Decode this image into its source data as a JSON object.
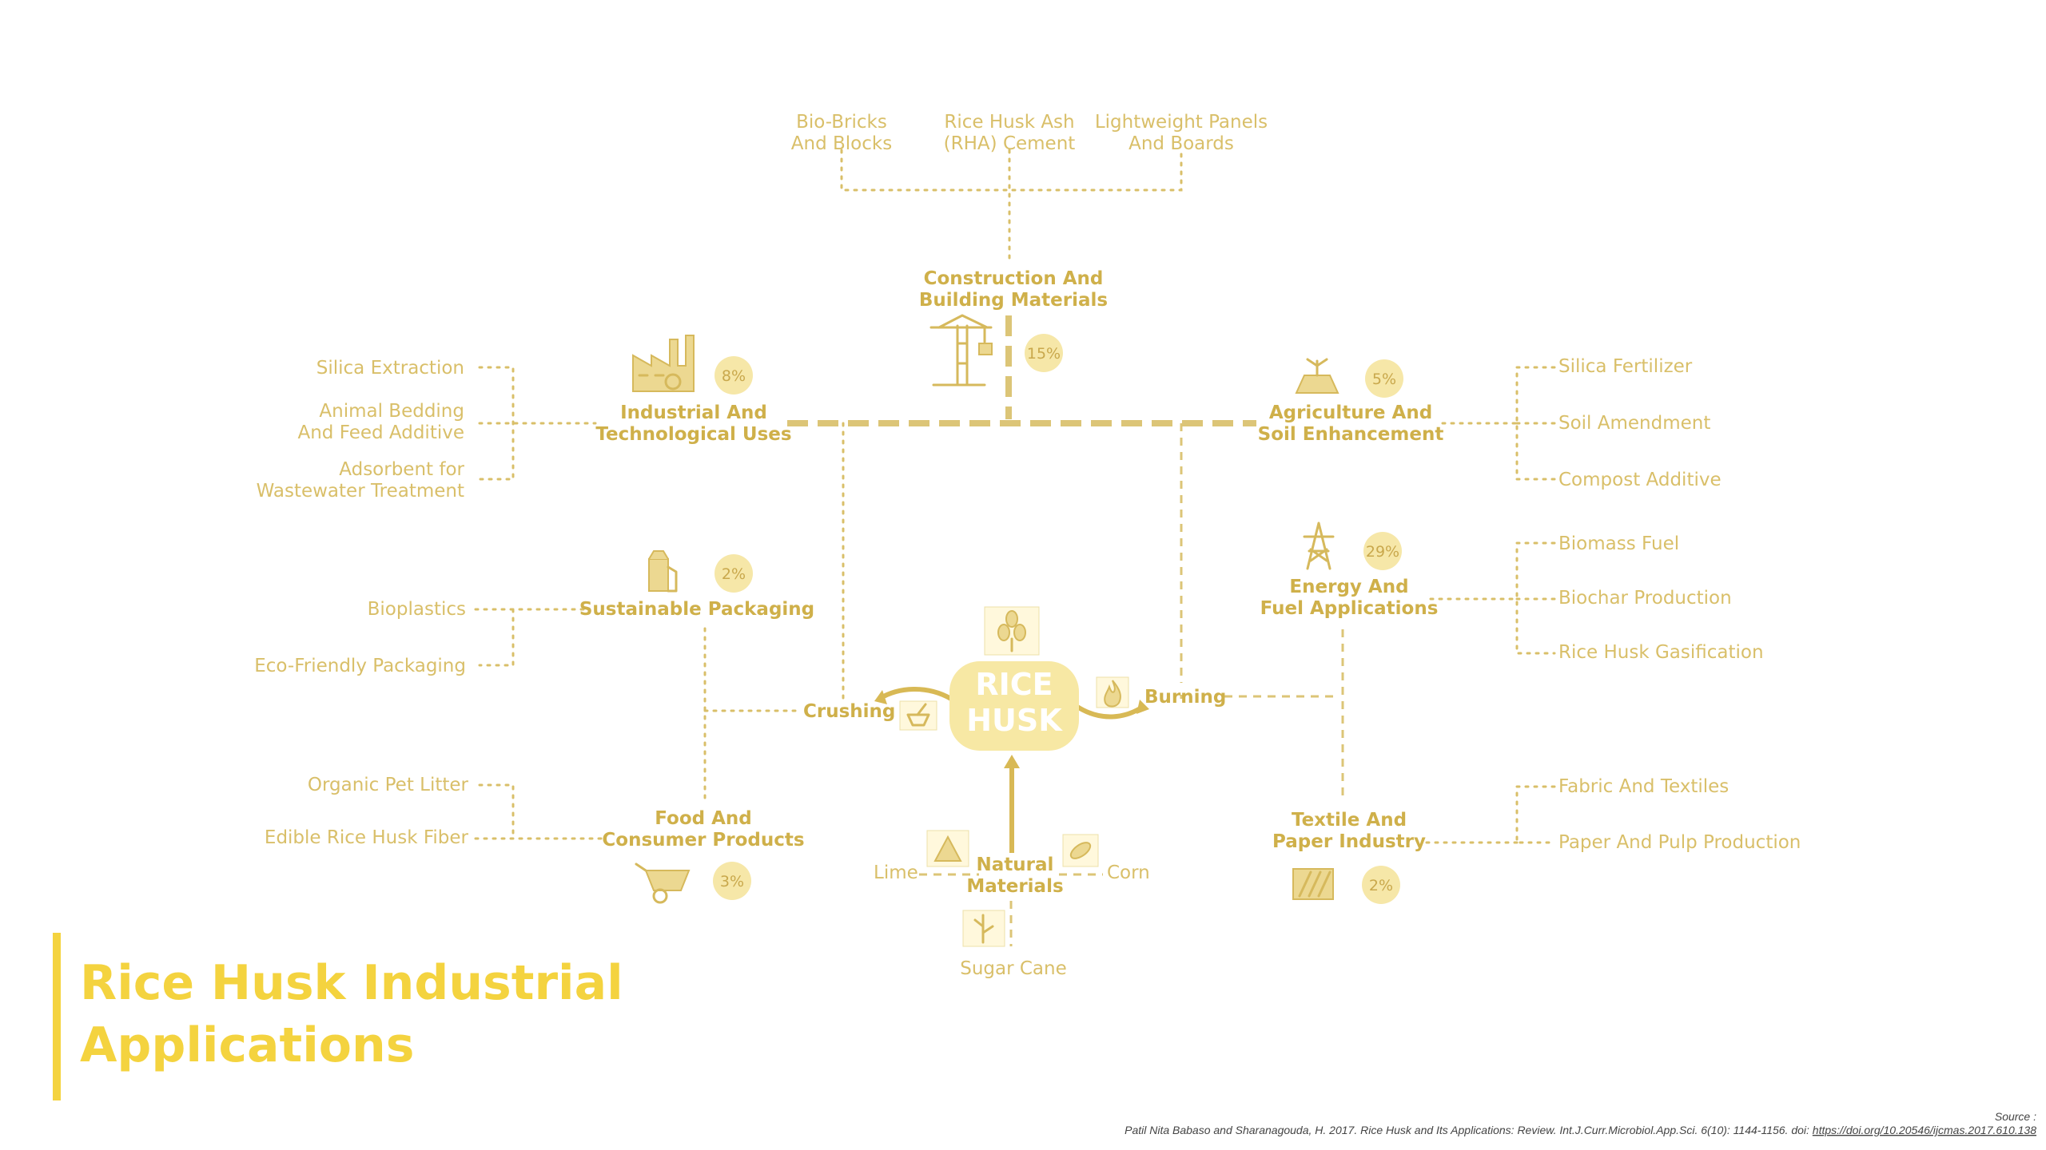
{
  "title": {
    "line1": "Rice Husk Industrial",
    "line2": "Applications"
  },
  "core": {
    "line1": "RICE",
    "line2": "HUSK"
  },
  "processes": {
    "crushing": "Crushing",
    "burning": "Burning"
  },
  "natural_materials": {
    "label_line1": "Natural",
    "label_line2": "Materials",
    "lime": "Lime",
    "corn": "Corn",
    "sugar_cane": "Sugar Cane"
  },
  "categories": {
    "construction": {
      "title_line1": "Construction And",
      "title_line2": "Building Materials",
      "percent": "15%",
      "items": [
        {
          "line1": "Bio-Bricks",
          "line2": "And Blocks"
        },
        {
          "line1": "Rice Husk Ash",
          "line2": "(RHA) Cement"
        },
        {
          "line1": "Lightweight Panels",
          "line2": "And Boards"
        }
      ]
    },
    "industrial": {
      "title_line1": "Industrial And",
      "title_line2": "Technological Uses",
      "percent": "8%",
      "items": [
        {
          "line1": "Silica Extraction",
          "line2": ""
        },
        {
          "line1": "Animal Bedding",
          "line2": "And Feed Additive"
        },
        {
          "line1": "Adsorbent for",
          "line2": "Wastewater Treatment"
        }
      ]
    },
    "agriculture": {
      "title_line1": "Agriculture And",
      "title_line2": "Soil Enhancement",
      "percent": "5%",
      "items": [
        "Silica Fertilizer",
        "Soil Amendment",
        "Compost Additive"
      ]
    },
    "packaging": {
      "title_line1": "Sustainable Packaging",
      "percent": "2%",
      "items": [
        "Bioplastics",
        "Eco-Friendly Packaging"
      ]
    },
    "energy": {
      "title_line1": "Energy And",
      "title_line2": "Fuel Applications",
      "percent": "29%",
      "items": [
        "Biomass Fuel",
        "Biochar Production",
        "Rice Husk Gasification"
      ]
    },
    "food": {
      "title_line1": "Food And",
      "title_line2": "Consumer Products",
      "percent": "3%",
      "items": [
        "Organic Pet Litter",
        "Edible Rice Husk Fiber"
      ]
    },
    "textile": {
      "title_line1": "Textile And",
      "title_line2": "Paper Industry",
      "percent": "2%",
      "items": [
        "Fabric And Textiles",
        "Paper And Pulp Production"
      ]
    }
  },
  "source": {
    "label": "Source :",
    "citation": "Patil Nita Babaso and Sharanagouda, H. 2017. Rice Husk and Its Applications: Review. Int.J.Curr.Microbiol.App.Sci. 6(10): 1144-1156. doi: ",
    "link": "https://doi.org/10.20546/ijcmas.2017.610.138"
  },
  "colors": {
    "accent": "#f4d33f",
    "text": "#d9bf69",
    "core_fill": "#f7e8a4",
    "badge": "#f6e7a8"
  }
}
